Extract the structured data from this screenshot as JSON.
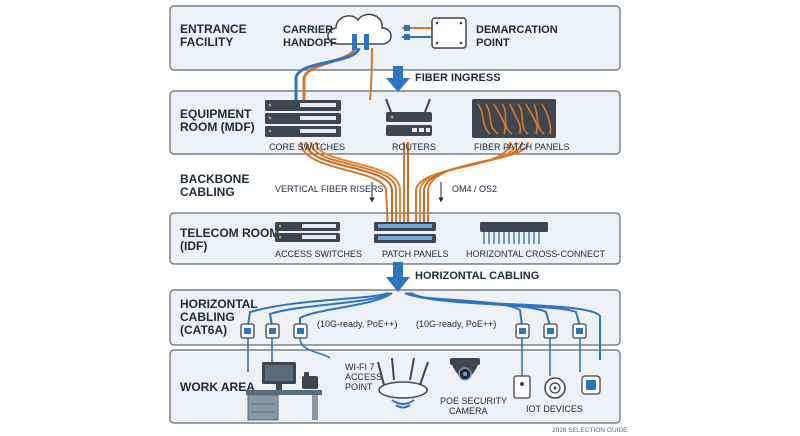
{
  "sections": {
    "entrance": {
      "line1": "ENTRANCE",
      "line2": "FACILITY"
    },
    "equipment": {
      "line1": "EQUIPMENT",
      "line2": "ROOM (MDF)"
    },
    "backbone": {
      "line1": "BACKBONE",
      "line2": "CABLING"
    },
    "telecom": {
      "line1": "TELECOM ROOM",
      "line2": "(IDF)"
    },
    "horizontal": {
      "line1": "HORIZONTAL",
      "line2": "CABLING",
      "line3": "(CAT6A)"
    },
    "work": {
      "line1": "WORK AREA"
    }
  },
  "labels": {
    "carrier_1": "CARRIER",
    "carrier_2": "HANDOFF",
    "demarc_1": "DEMARCATION",
    "demarc_2": "POINT",
    "fiber_ingress": "FIBER INGRESS",
    "core_switches": "CORE SWITCHES",
    "routers": "ROUTERS",
    "fiber_patch_panels": "FIBER PATCH PANELS",
    "vertical_risers": "VERTICAL FIBER RISERS",
    "om4": "OM4 / OS2",
    "access_switches": "ACCESS SWITCHES",
    "patch_panels": "PATCH PANELS",
    "cross_connect": "HORIZONTAL CROSS-CONNECT",
    "horizontal_cabling": "HORIZONTAL CABLING",
    "tenG_left": "(10G-ready, PoE++)",
    "tenG_right": "(10G-ready, PoE++)",
    "wifi_1": "WI-FI 7",
    "wifi_2": "ACCESS",
    "wifi_3": "POINT",
    "poe_1": "POE SECURITY",
    "poe_2": "CAMERA",
    "iot": "IOT DEVICES",
    "footer": "2026 SELECTION GUIDE"
  },
  "colors": {
    "panel_fill": "#eef1f5",
    "panel_stroke": "#5c6b7a",
    "fiber_orange": "#d9772b",
    "cable_blue": "#2f74c0",
    "arrow_blue": "#2f74c0",
    "text": "#1d2b3d",
    "device_dark": "#3f4650"
  },
  "icons": [
    "cloud-icon",
    "demarcation-box-icon",
    "down-arrow-icon",
    "rack-switch-icon",
    "router-icon",
    "fiber-patch-panel-icon",
    "patch-panel-icon",
    "cross-connect-icon",
    "wall-jack-icon",
    "desk-icon",
    "monitor-icon",
    "desk-phone-icon",
    "wifi-access-point-icon",
    "security-camera-icon",
    "iot-device-icon"
  ]
}
